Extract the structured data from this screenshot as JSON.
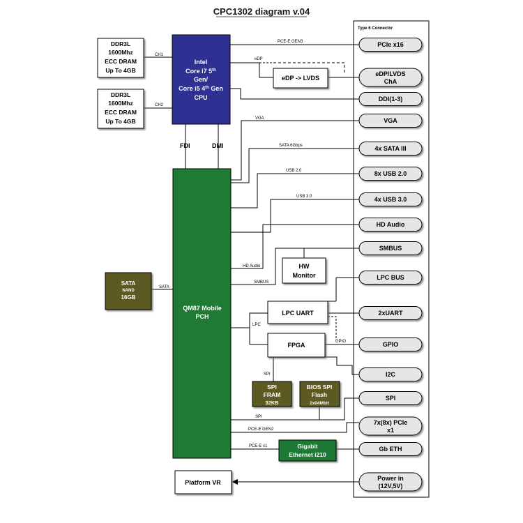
{
  "title": "CPC1302 diagram v.04",
  "connector_title": "Type 6 Connector",
  "blocks": {
    "ddr1": [
      "DDR3L",
      "1600Mhz",
      "ECC DRAM",
      "Up To 4GB"
    ],
    "ddr2": [
      "DDR3L",
      "1600Mhz",
      "ECC DRAM",
      "Up To 4GB"
    ],
    "cpu": {
      "l1": "Intel",
      "l2a": "Core i7 5",
      "l2sup": "th",
      "l3": "Gen/",
      "l4a": "Core i5 4",
      "l4sup": "th",
      "l4b": " Gen",
      "l5": "CPU"
    },
    "pch": [
      "QM87 Mobile",
      "PCH"
    ],
    "sata_nand": [
      "SATA",
      "NAND",
      "16GB"
    ],
    "edp_lvds": "eDP -> LVDS",
    "hw_monitor": [
      "HW",
      "Monitor"
    ],
    "lpc_uart": "LPC UART",
    "fpga": "FPGA",
    "spi_fram": [
      "SPI",
      "FRAM",
      "32KB"
    ],
    "bios_spi": [
      "BIOS SPI",
      "Flash",
      "2x04Mbit"
    ],
    "ethernet": [
      "Gigabit",
      "Ethernet i210"
    ],
    "platform_vr": "Platform VR"
  },
  "connector_pills": [
    [
      "PCIe x16"
    ],
    [
      "eDP/LVDS",
      "ChA"
    ],
    [
      "DDI(1-3)"
    ],
    [
      "VGA"
    ],
    [
      "4x SATA III"
    ],
    [
      "8x USB 2.0"
    ],
    [
      "4x USB 3.0"
    ],
    [
      "HD Audio"
    ],
    [
      "SMBUS"
    ],
    [
      "LPC BUS"
    ],
    [
      "2xUART"
    ],
    [
      "GPIO"
    ],
    [
      "I2C"
    ],
    [
      "SPI"
    ],
    [
      "7x(8x) PCIe",
      "x1"
    ],
    [
      "Gb ETH"
    ],
    [
      "Power in",
      "(12V,5V)"
    ]
  ],
  "line_labels": {
    "ch1": "CH1",
    "ch2": "CH2",
    "pcie_gen3": "PCE-E GEN3",
    "edp": "eDP",
    "fdi": "FDI",
    "dmi": "DMI",
    "vga": "VGA",
    "sata_6g": "SATA 6Gbps",
    "usb2": "USB 2.0",
    "usb3": "USB 3.0",
    "hd_audio": "HD Audio",
    "smbus": "SMBUS",
    "lpc": "LPC",
    "gpio": "GPIO",
    "spi": "SPI",
    "spi2": "SPI",
    "sata": "SATA",
    "pcie_gen2": "PCE-E GEN2",
    "pcie_x1": "PCE-E x1"
  },
  "colors": {
    "cpu_fill": "#2e3191",
    "pch_fill": "#1f7a34",
    "olive_fill": "#5b5a22",
    "eth_fill": "#1f7a34",
    "pill_fill": "#e6e6e6",
    "line": "#000000"
  }
}
